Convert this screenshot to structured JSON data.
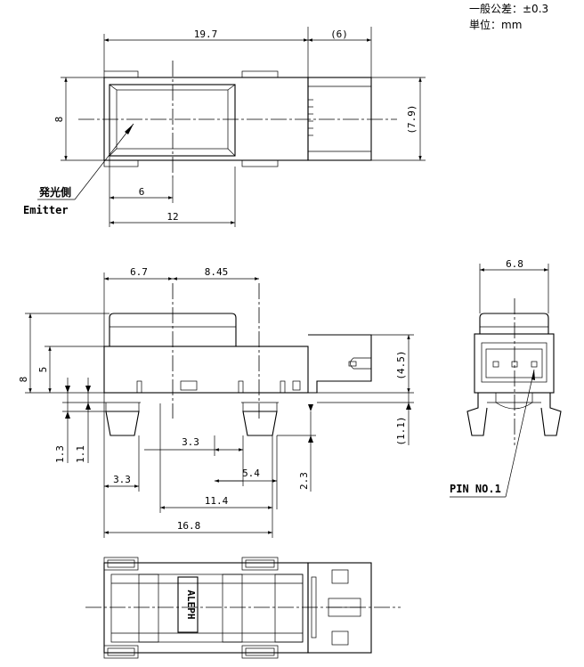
{
  "notes": {
    "tolerance": "一般公差：±0.3",
    "unit": "単位：mm"
  },
  "top_view": {
    "dim_length": "19.7",
    "dim_connector": "(6)",
    "dim_height": "8",
    "dim_height_right": "(7.9)",
    "dim_emitter_center": "6",
    "dim_emitter_width": "12",
    "callout_jp": "発光側",
    "callout_en": "Emitter"
  },
  "side_view": {
    "dim_a": "6.7",
    "dim_b": "8.45",
    "dim_total_h": "8",
    "dim_body_h": "5",
    "dim_conn_h": "(4.5)",
    "dim_conn_drop": "(1.1)",
    "dim_leg_1": "1.3",
    "dim_leg_2": "1.1",
    "dim_pin_gap": "3.3",
    "dim_pin_w": "5.4",
    "dim_pin_h": "2.3",
    "dim_left": "3.3",
    "dim_pitch": "11.4",
    "dim_total": "16.8"
  },
  "end_view": {
    "dim_width": "6.8",
    "pin_label": "PIN NO.1"
  },
  "bottom_view": {
    "brand": "ALEPH"
  }
}
